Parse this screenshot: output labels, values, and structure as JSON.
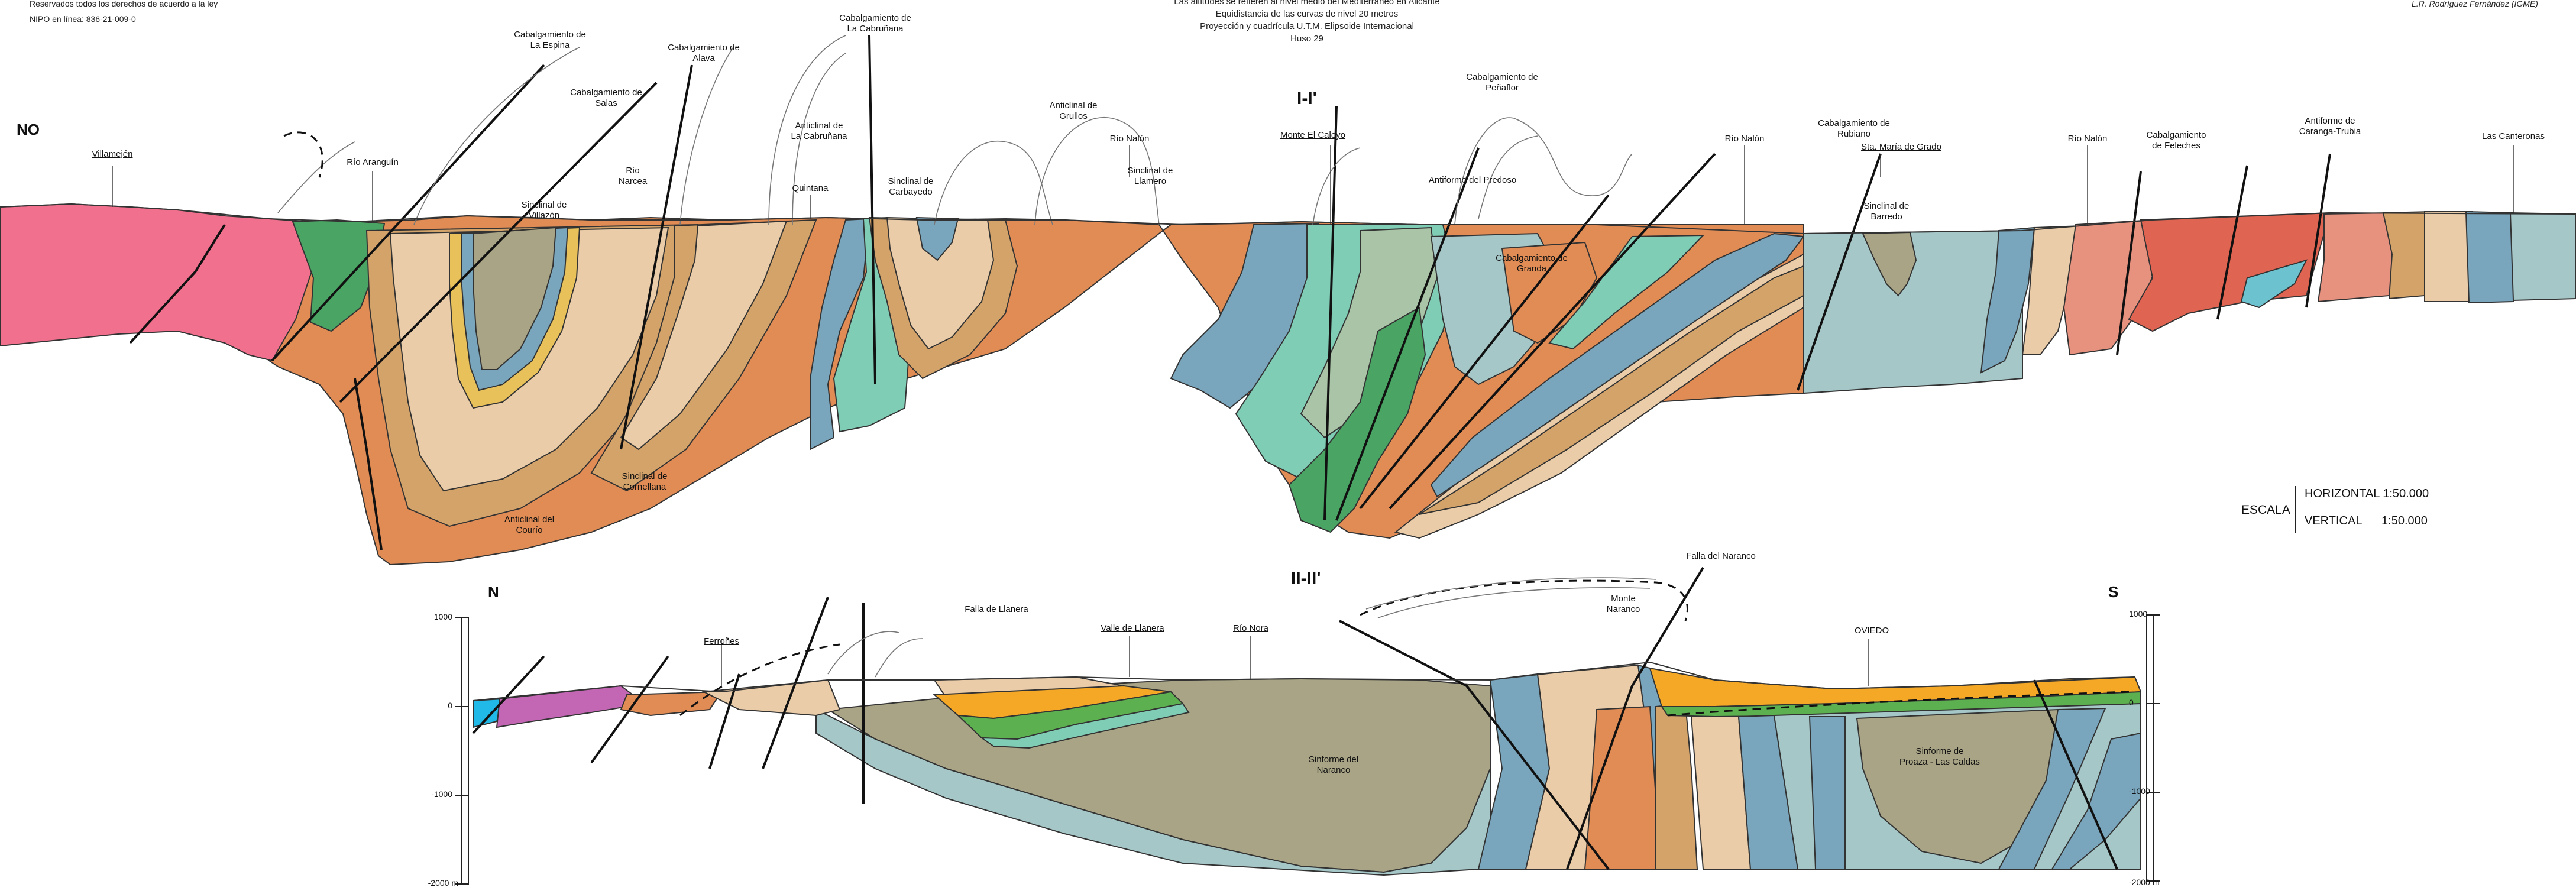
{
  "header": {
    "rights": "Reservados todos los derechos de acuerdo a la ley",
    "nipo": "NIPO en línea: 836-21-009-0",
    "notes": [
      "Las altitudes se refieren al nivel medio del Mediterráneo en Alicante",
      "Equidistancia de las curvas de nivel 20 metros",
      "Proyección y cuadrícula U.T.M. Elipsoide Internacional",
      "Huso 29"
    ],
    "author": "L.R. Rodríguez Fernández (IGME)"
  },
  "section1": {
    "title": "I-I'",
    "left_dir": "NO",
    "labels": [
      "Villamején",
      "Río Aranguín",
      "Cabalgamiento de\nLa Espina",
      "Cabalgamiento de\nSalas",
      "Cabalgamiento de\nAlava",
      "Sinclinal de\nVillazón",
      "Río\nNarcea",
      "Cabalgamiento de\nLa Cabruñana",
      "Anticlinal de\nLa Cabruñana",
      "Quintana",
      "Sinclinal de\nCarbayedo",
      "Anticlinal de\nGrullos",
      "Río Nalón",
      "Sinclinal de\nLlamero",
      "Monte El Caleyo",
      "Cabalgamiento de\nPeñaflor",
      "Antiforme  del   Predoso",
      "Cabalgamiento de\nGranda",
      "Río Nalón",
      "Cabalgamiento de\nRubiano",
      "Sta. María de Grado",
      "Sinclinal de\nBarredo",
      "Río Nalón",
      "Cabalgamiento\nde  Feleches",
      "Antiforme de\nCaranga-Trubia",
      "Las Canteronas",
      "Sinclinal de\nCornellana",
      "Anticlinal del\nCourío"
    ]
  },
  "scale": {
    "word": "ESCALA",
    "horizontal": "HORIZONTAL 1:50.000",
    "vertical": "VERTICAL      1:50.000"
  },
  "section2": {
    "title": "II-II'",
    "left_dir": "N",
    "right_dir": "S",
    "labels": [
      "Ferroñes",
      "Falla de Llanera",
      "Valle de Llanera",
      "Río Nora",
      "Falla del Naranco",
      "Monte\nNaranco",
      "OVIEDO",
      "Sinforme del\nNaranco",
      "Sinforme de\nProaza - Las Caldas"
    ],
    "left_ticks": [
      "1000",
      "0",
      "-1000",
      "-2000 m"
    ],
    "right_ticks": [
      "1000",
      "0",
      "-1000",
      "-2000 m"
    ]
  },
  "colors": {
    "pink": "#f0708e",
    "green_dark": "#4aa565",
    "orange": "#e18c55",
    "tan": "#d3a36a",
    "cream": "#eacca8",
    "olive": "#a8a485",
    "yellow": "#e8c15a",
    "blue_steel": "#79a6bd",
    "teal_light": "#80cdb6",
    "grey_blue": "#a6c7c8",
    "red": "#df6452",
    "salmon": "#e7917f",
    "cyan": "#21b9e8",
    "magenta": "#c367b4",
    "amber": "#f5a826",
    "green_bright": "#5cb04f"
  }
}
